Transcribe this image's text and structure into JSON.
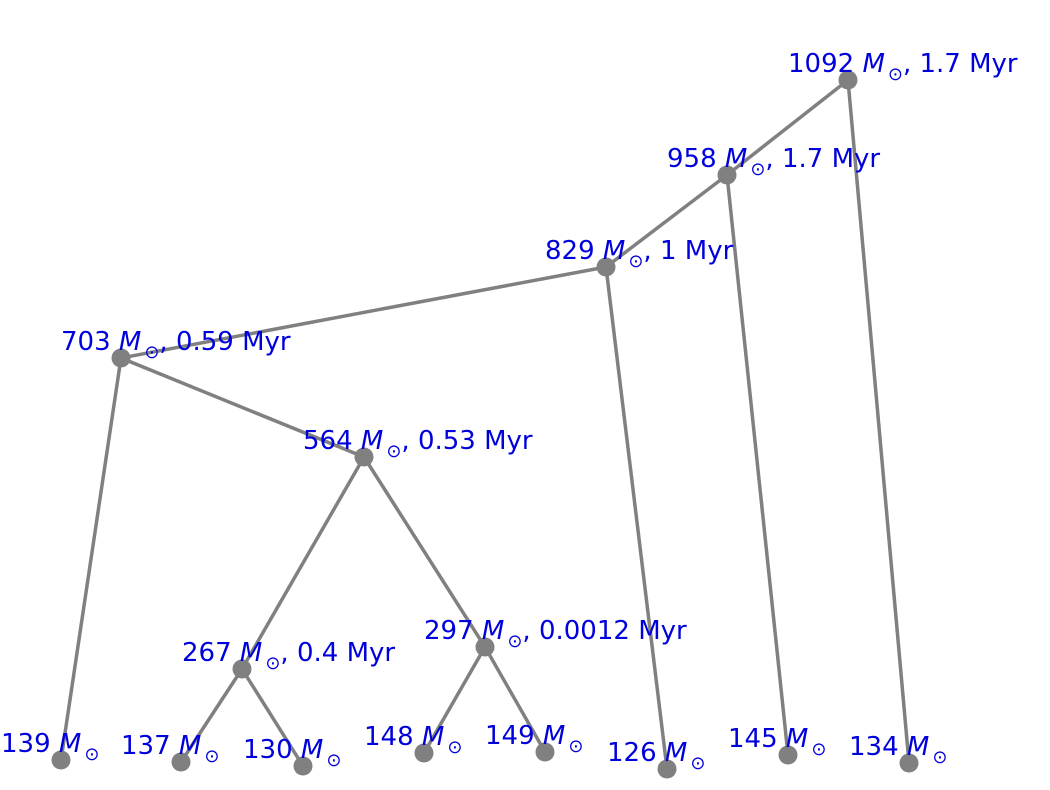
{
  "diagram": {
    "type": "merger-tree",
    "mass_symbol": "M",
    "sun_symbol": "⊙",
    "nodes": [
      {
        "id": "n1092",
        "mass": "1092",
        "time": "1.7 Myr"
      },
      {
        "id": "n958",
        "mass": "958",
        "time": "1.7 Myr"
      },
      {
        "id": "n829",
        "mass": "829",
        "time": "1 Myr"
      },
      {
        "id": "n703",
        "mass": "703",
        "time": "0.59 Myr"
      },
      {
        "id": "n564",
        "mass": "564",
        "time": "0.53 Myr"
      },
      {
        "id": "n267",
        "mass": "267",
        "time": "0.4 Myr"
      },
      {
        "id": "n297",
        "mass": "297",
        "time": "0.0012 Myr"
      },
      {
        "id": "l139",
        "mass": "139"
      },
      {
        "id": "l137",
        "mass": "137"
      },
      {
        "id": "l130",
        "mass": "130"
      },
      {
        "id": "l148",
        "mass": "148"
      },
      {
        "id": "l149",
        "mass": "149"
      },
      {
        "id": "l126",
        "mass": "126"
      },
      {
        "id": "l145",
        "mass": "145"
      },
      {
        "id": "l134",
        "mass": "134"
      }
    ],
    "edges": [
      [
        "n1092",
        "n958"
      ],
      [
        "n1092",
        "l134"
      ],
      [
        "n958",
        "n829"
      ],
      [
        "n958",
        "l145"
      ],
      [
        "n829",
        "n703"
      ],
      [
        "n829",
        "l126"
      ],
      [
        "n703",
        "l139"
      ],
      [
        "n703",
        "n564"
      ],
      [
        "n564",
        "n267"
      ],
      [
        "n564",
        "n297"
      ],
      [
        "n267",
        "l137"
      ],
      [
        "n267",
        "l130"
      ],
      [
        "n297",
        "l148"
      ],
      [
        "n297",
        "l149"
      ]
    ]
  }
}
